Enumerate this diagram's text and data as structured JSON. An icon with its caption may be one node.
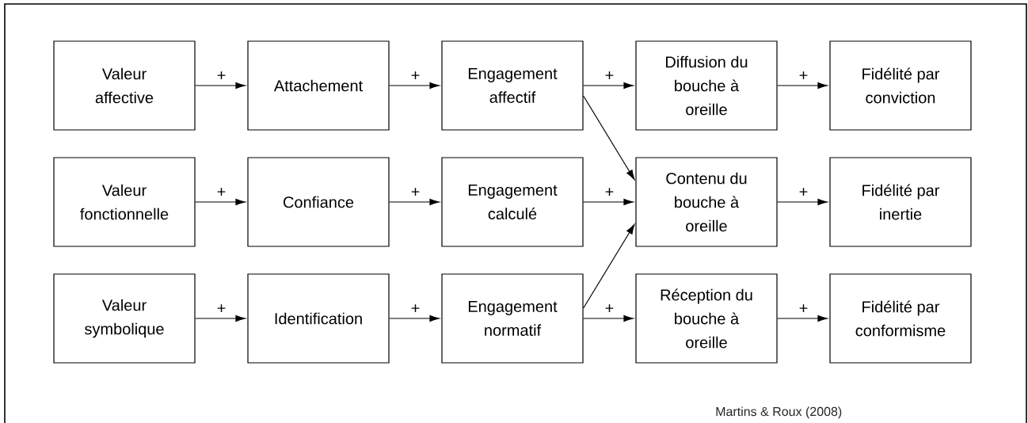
{
  "diagram": {
    "nodes": [
      {
        "text": [
          "Valeur affective"
        ]
      },
      {
        "text": [
          "Attachement"
        ]
      },
      {
        "text": [
          "Engagement affectif"
        ]
      },
      {
        "text": [
          "Diffusion du bouche à oreille"
        ]
      },
      {
        "text": [
          "Fidélité par conviction"
        ]
      },
      {
        "text": [
          "Valeur fonctionnelle"
        ]
      },
      {
        "text": [
          "Confiance"
        ]
      },
      {
        "text": [
          "Engagement calculé"
        ]
      },
      {
        "text": [
          "Contenu du bouche à oreille"
        ]
      },
      {
        "text": [
          "Fidélité par inertie"
        ]
      },
      {
        "text": [
          "Valeur symbolique"
        ]
      },
      {
        "text": [
          "Identification"
        ]
      },
      {
        "text": [
          "Engagement normatif"
        ]
      },
      {
        "text": [
          "Réception du bouche à oreille"
        ]
      },
      {
        "text": [
          "Fidélité par conformisme"
        ]
      }
    ],
    "edges": [
      {
        "from": 0,
        "to": 1,
        "arrow": "to",
        "label": "+"
      },
      {
        "from": 1,
        "to": 2,
        "arrow": "to",
        "label": "+"
      },
      {
        "from": 2,
        "to": 3,
        "arrow": "to",
        "label": "+"
      },
      {
        "from": 3,
        "to": 4,
        "arrow": "to",
        "label": "+"
      },
      {
        "from": 2,
        "to": 8,
        "arrow": "to"
      },
      {
        "from": 5,
        "to": 6,
        "arrow": "to",
        "label": "+"
      },
      {
        "from": 6,
        "to": 7,
        "arrow": "to",
        "label": "+"
      },
      {
        "from": 7,
        "to": 8,
        "arrow": "to",
        "label": "+"
      },
      {
        "from": 8,
        "to": 9,
        "arrow": "to",
        "label": "+"
      },
      {
        "from": 10,
        "to": 11,
        "arrow": "to",
        "label": "+"
      },
      {
        "from": 11,
        "to": 12,
        "arrow": "to",
        "label": "+"
      },
      {
        "from": 12,
        "to": 8,
        "arrow": "to"
      },
      {
        "from": 12,
        "to": 13,
        "arrow": "to",
        "label": "+"
      },
      {
        "from": 13,
        "to": 14,
        "arrow": "to",
        "label": "+"
      }
    ],
    "labels": [
      "Martins & Roux (2008)"
    ]
  }
}
